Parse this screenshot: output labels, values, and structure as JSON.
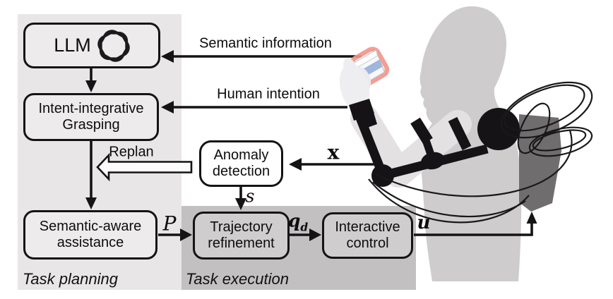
{
  "panels": {
    "task_planning": {
      "label": "Task planning"
    },
    "task_execution": {
      "label": "Task execution"
    }
  },
  "nodes": {
    "llm": {
      "label": "LLM",
      "icon": "openai-logo"
    },
    "grasping": {
      "line1": "Intent-integrative",
      "line2": "Grasping"
    },
    "anomaly_detection": {
      "line1": "Anomaly",
      "line2": "detection"
    },
    "semantic_assistance": {
      "line1": "Semantic-aware",
      "line2": "assistance"
    },
    "trajectory_refinement": {
      "line1": "Trajectory",
      "line2": "refinement"
    },
    "interactive_control": {
      "line1": "Interactive",
      "line2": "control"
    }
  },
  "labels": {
    "semantic_information": "Semantic information",
    "human_intention": "Human intention",
    "replan": "Replan",
    "plan_symbol": "P",
    "state_symbol": "x",
    "anomaly_symbol": "s",
    "trajectory_symbol_base": "q",
    "trajectory_symbol_sub": "d",
    "control_symbol": "u"
  },
  "illustration": {
    "description": "gray human silhouette wearing black cable-driven exosuit arm with dark backpack, holding a cup highlighted in red"
  },
  "colors": {
    "panel_planning": "#e8e6e7",
    "panel_execution": "#c2c0c1",
    "node_planning_fill": "#edebec",
    "node_execution_fill": "#cfcdce",
    "node_anomaly_fill": "#fefefe",
    "outline": "#151315",
    "silhouette_body": "#cecccd",
    "silhouette_arm": "#e3e1e2",
    "silhouette_hand": "#eeedef",
    "backpack": "#6f6d6e",
    "cup_glow": "#f2968c",
    "cup_band": "#9fb6dd"
  }
}
